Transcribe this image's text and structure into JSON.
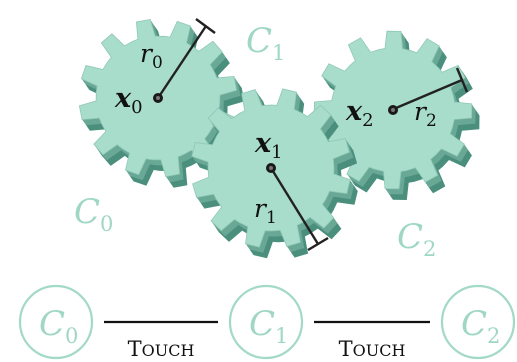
{
  "colors": {
    "gear_face": "#a8dccb",
    "gear_side": "#4b8f7d",
    "gear_side_light": "#6aa896",
    "mark": "#222222",
    "label_teal": "#9fd7c4",
    "node_stroke": "#a3d9c7",
    "edge": "#111111"
  },
  "gears": [
    {
      "center_label": "x",
      "center_sub": "0",
      "radius_label": "r",
      "radius_sub": "0"
    },
    {
      "center_label": "x",
      "center_sub": "1",
      "radius_label": "r",
      "radius_sub": "1"
    },
    {
      "center_label": "x",
      "center_sub": "2",
      "radius_label": "r",
      "radius_sub": "2"
    }
  ],
  "regions": [
    {
      "letter": "C",
      "sub": "0"
    },
    {
      "letter": "C",
      "sub": "1"
    },
    {
      "letter": "C",
      "sub": "2"
    }
  ],
  "graph": {
    "nodes": [
      {
        "letter": "C",
        "sub": "0"
      },
      {
        "letter": "C",
        "sub": "1"
      },
      {
        "letter": "C",
        "sub": "2"
      }
    ],
    "edges": [
      {
        "label_first": "T",
        "label_rest": "OUCH"
      },
      {
        "label_first": "T",
        "label_rest": "OUCH"
      }
    ]
  }
}
